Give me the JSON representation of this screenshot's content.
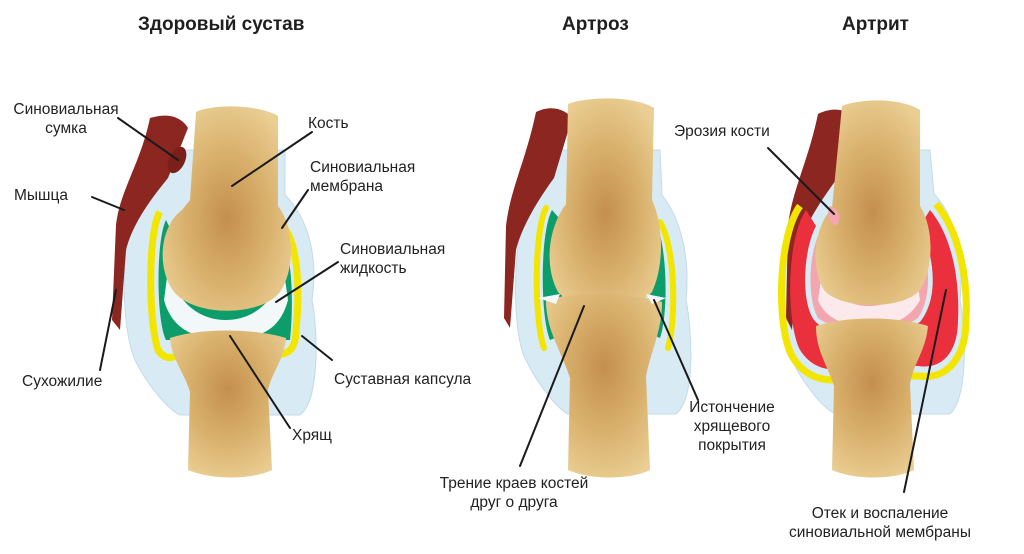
{
  "panels": {
    "healthy": {
      "title": "Здоровый сустав",
      "labels": {
        "bursa_1": "Синовиальная",
        "bursa_2": "сумка",
        "muscle": "Мышца",
        "tendon": "Сухожилие",
        "bone": "Кость",
        "membrane_1": "Синовиальная",
        "membrane_2": "мембрана",
        "fluid_1": "Синовиальная",
        "fluid_2": "жидкость",
        "capsule": "Суставная капсула",
        "cartilage": "Хрящ"
      }
    },
    "arthrosis": {
      "title": "Артроз",
      "labels": {
        "friction_1": "Трение краев костей",
        "friction_2": "друг о друга",
        "thinning_1": "Истончение",
        "thinning_2": "хрящевого",
        "thinning_3": "покрытия"
      }
    },
    "arthritis": {
      "title": "Артрит",
      "labels": {
        "erosion": "Эрозия кости",
        "swelling_1": "Отек и воспаление",
        "swelling_2": "синовиальной мембраны"
      }
    }
  },
  "colors": {
    "bone": "#e3c383",
    "bone_core": "#c99a58",
    "muscle": "#8b2620",
    "capsule": "#d8eaf4",
    "yellow_capsule": "#f2e600",
    "synovial_fluid": "#0d9d6a",
    "cartilage": "#eef6f8",
    "inflammation": "#ea2f3d",
    "inflamed_fluid": "#f3a6ae"
  }
}
